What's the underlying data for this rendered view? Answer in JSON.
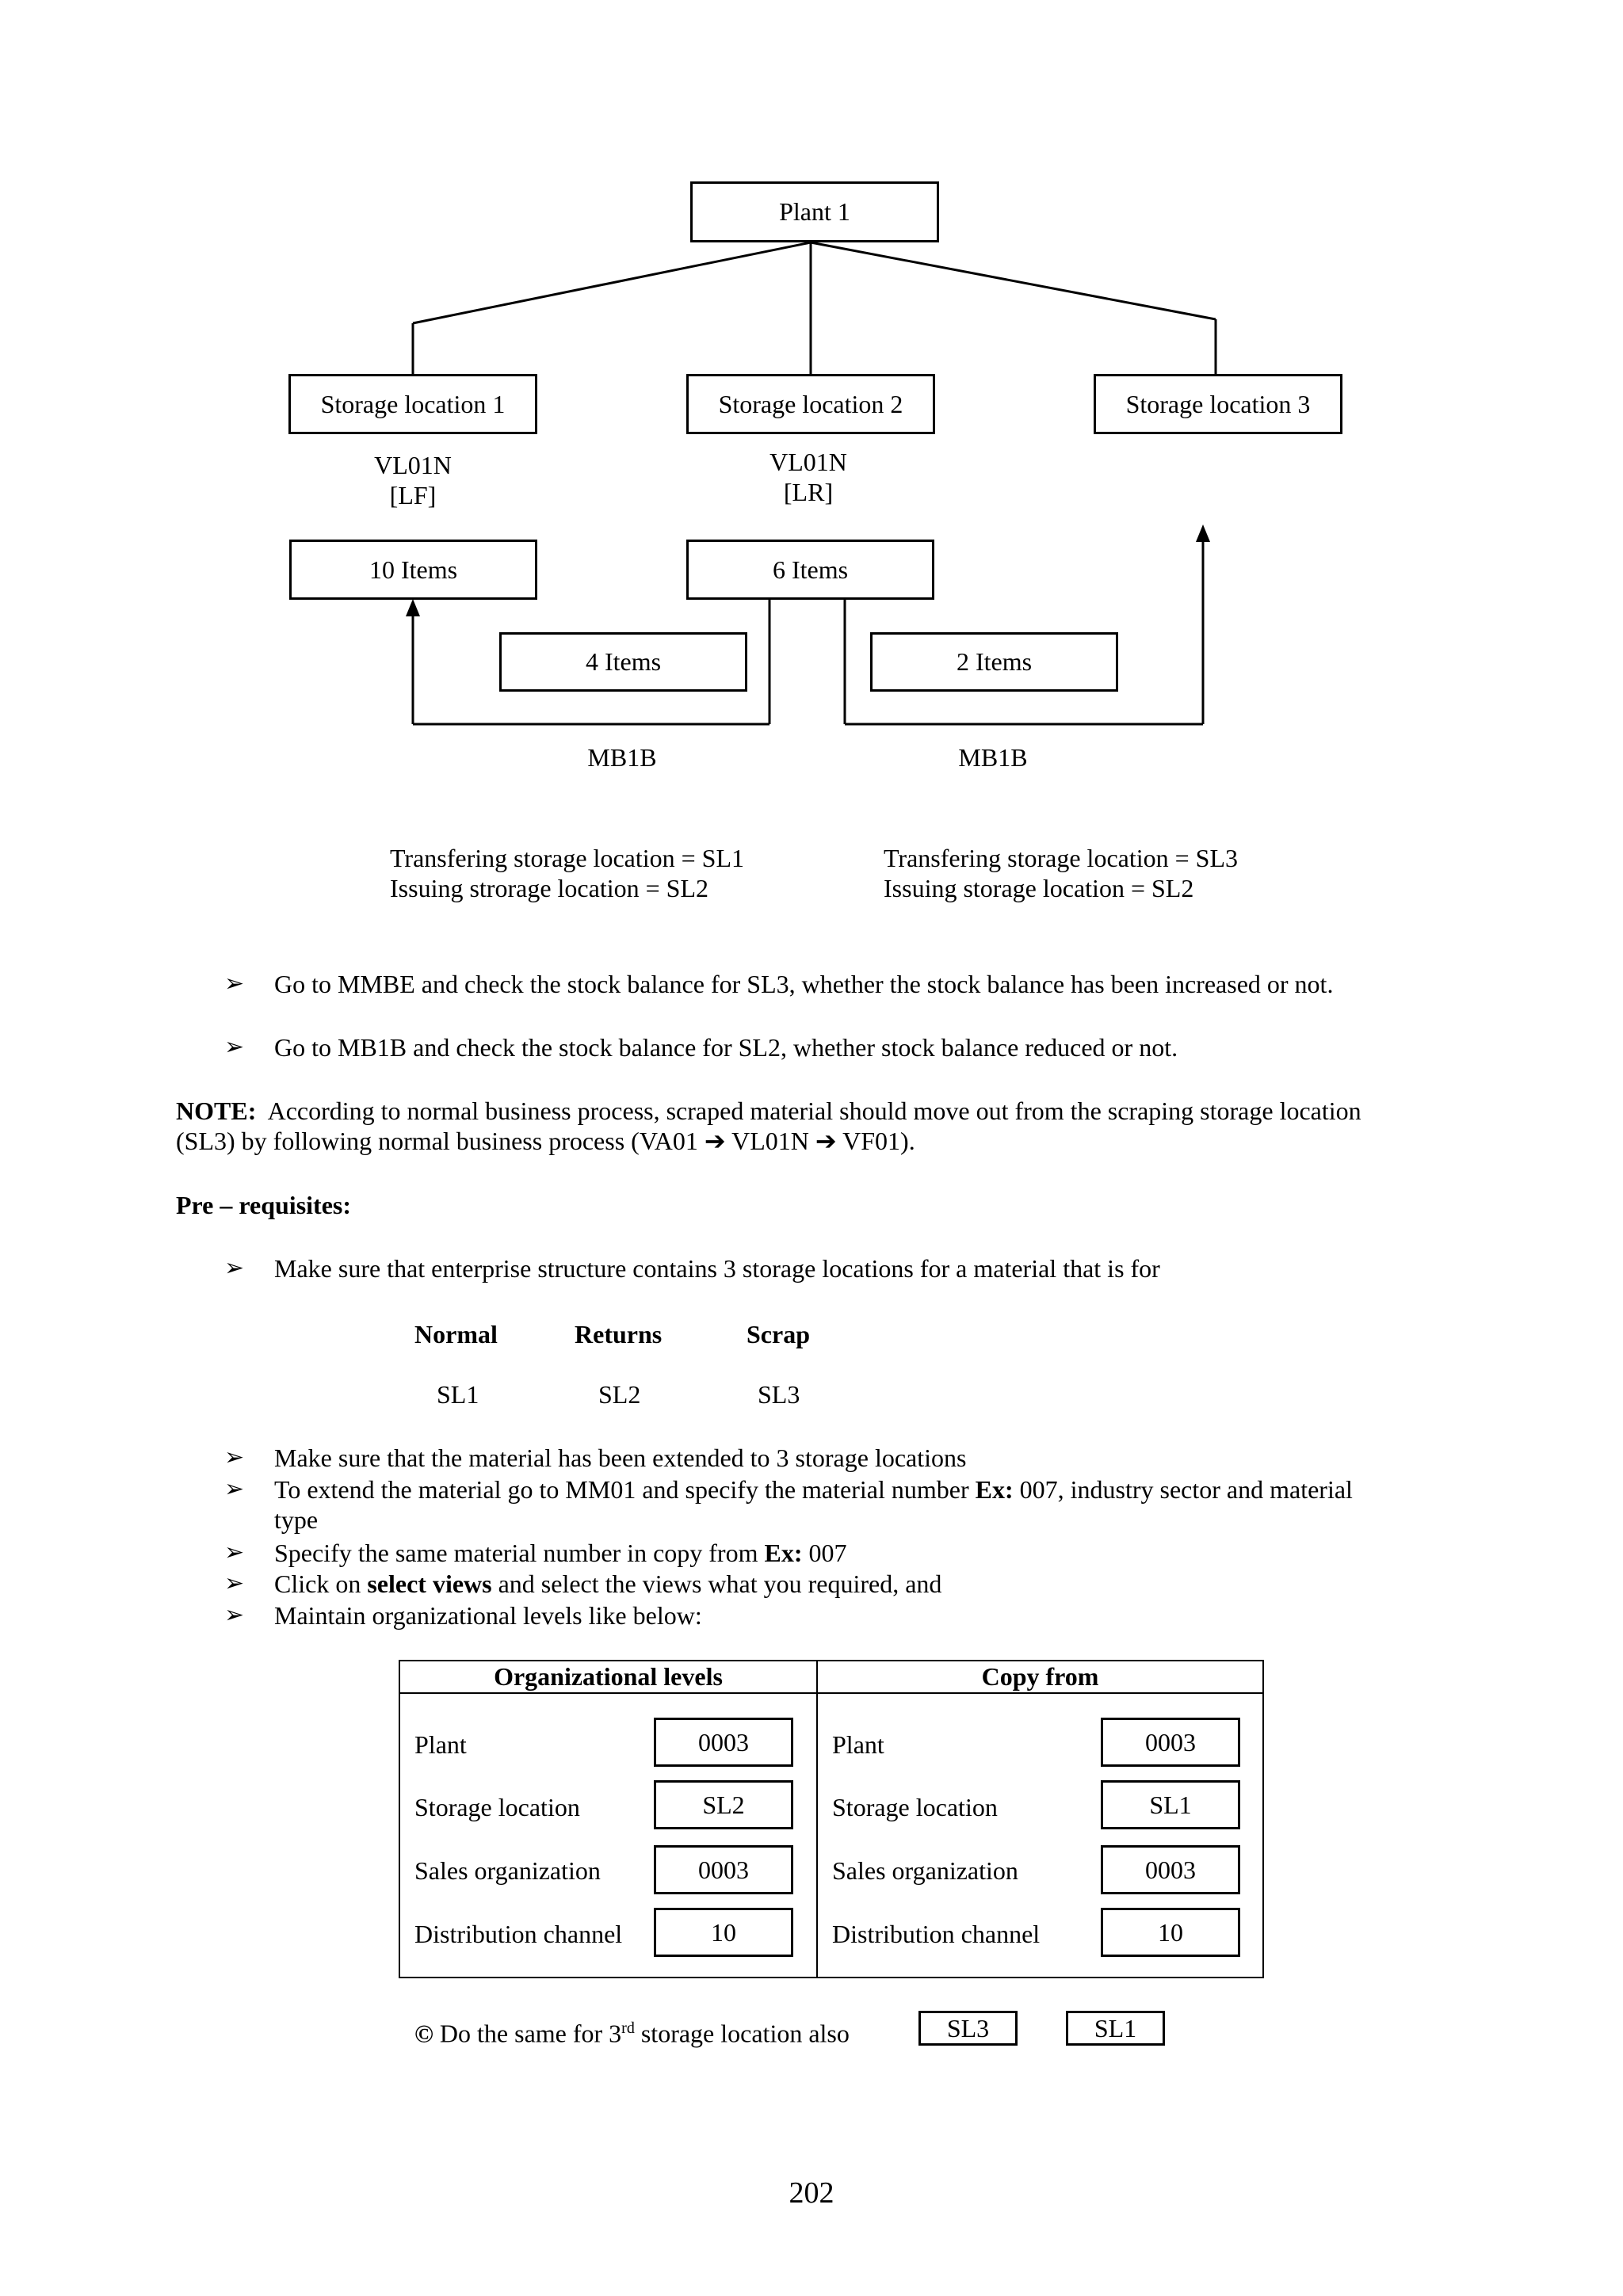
{
  "diagram": {
    "plant": "Plant 1",
    "storage_locations": [
      "Storage location 1",
      "Storage location 2",
      "Storage location 3"
    ],
    "delivery_labels": [
      {
        "code": "VL01N",
        "type": "[LF]"
      },
      {
        "code": "VL01N",
        "type": "[LR]"
      }
    ],
    "item_boxes": {
      "sl1": "10 Items",
      "sl2": "6 Items",
      "transfer_left": "4 Items",
      "transfer_right": "2 Items"
    },
    "movement_labels": [
      "MB1B",
      "MB1B"
    ],
    "transfer_notes": {
      "left_line1": "Transfering storage location = SL1",
      "left_line2": "Issuing strorage location = SL2",
      "right_line1": "Transfering storage location = SL3",
      "right_line2": "Issuing storage location = SL2"
    }
  },
  "check_bullets": [
    "Go to MMBE and check the stock balance for SL3, whether the stock balance has been increased or not.",
    "Go to MB1B and check the stock balance for SL2, whether stock balance reduced or not."
  ],
  "note": {
    "label": "NOTE:",
    "line1": "According to normal business process, scraped material should move out from the scraping storage location",
    "line2": "(SL3) by following normal business process (VA01 ➔ VL01N ➔ VF01)."
  },
  "prereq_heading": "Pre – requisites:",
  "prereq_bullet1": "Make sure that enterprise structure contains 3 storage locations for a material that is for",
  "sl_types": {
    "headers": [
      "Normal",
      "Returns",
      "Scrap"
    ],
    "values": [
      "SL1",
      "SL2",
      "SL3"
    ]
  },
  "steps": {
    "s1": "Make sure that the material has been extended to 3 storage locations",
    "s2_a": "To extend the material go to MM01 and specify the material number",
    "s2_b": "Ex:",
    "s2_c": "007, industry sector and material",
    "s2_d": "type",
    "s3_a": "Specify the same material number in copy from",
    "s3_b": "Ex:",
    "s3_c": "007",
    "s4_a": "Click on",
    "s4_b": "select views",
    "s4_c": "and select the views what you required, and",
    "s5": "Maintain organizational levels like below:"
  },
  "org_table": {
    "left_header": "Organizational levels",
    "right_header": "Copy from",
    "labels": [
      "Plant",
      "Storage location",
      "Sales organization",
      "Distribution channel"
    ],
    "left_values": [
      "0003",
      "SL2",
      "0003",
      "10"
    ],
    "right_values": [
      "0003",
      "SL1",
      "0003",
      "10"
    ]
  },
  "footer_note": {
    "symbol": "©",
    "text_a": "Do the same for 3",
    "sup": "rd",
    "text_b": "storage location also",
    "box1": "SL3",
    "box2": "SL1"
  },
  "page_number": "202"
}
